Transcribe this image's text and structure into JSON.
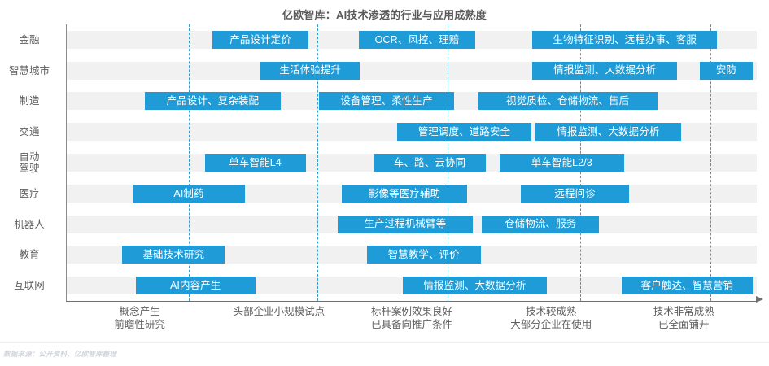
{
  "chart_data": {
    "type": "bar",
    "title": "亿欧智库：AI技术渗透的行业与应用成熟度",
    "xlabel": "",
    "ylabel": "",
    "grid": true,
    "legend": null,
    "source_note": "数据来源：公开资料、亿欧智库整理",
    "accent_color": "#1f9cd7",
    "band_color": "#f1f1f1",
    "gridline_color": "#2f9fd8",
    "xlim": [
      0,
      5.2
    ],
    "x_stages": [
      {
        "value": 0.55,
        "lines": [
          "概念产生",
          "前瞻性研究"
        ]
      },
      {
        "value": 1.6,
        "lines": [
          "头部企业小规模试点"
        ]
      },
      {
        "value": 2.6,
        "lines": [
          "标杆案例效果良好",
          "已具备向推广条件"
        ]
      },
      {
        "value": 3.65,
        "lines": [
          "技术较成熟",
          "大部分企业在使用"
        ]
      },
      {
        "value": 4.65,
        "lines": [
          "技术非常成熟",
          "已全面铺开"
        ]
      }
    ],
    "gridline_values": [
      0.92,
      1.89,
      2.87,
      3.87,
      4.85
    ],
    "categories": [
      {
        "label": [
          "金融"
        ]
      },
      {
        "label": [
          "智慧城市"
        ]
      },
      {
        "label": [
          "制造"
        ]
      },
      {
        "label": [
          "交通"
        ]
      },
      {
        "label": [
          "自动",
          "驾驶"
        ]
      },
      {
        "label": [
          "医疗"
        ]
      },
      {
        "label": [
          "机器人"
        ]
      },
      {
        "label": [
          "教育"
        ]
      },
      {
        "label": [
          "互联网"
        ]
      }
    ],
    "series": [
      {
        "category": "金融",
        "items": [
          {
            "label": "产品设计定价",
            "start": 1.1,
            "end": 1.82
          },
          {
            "label": "OCR、风控、理赔",
            "start": 2.2,
            "end": 3.08
          },
          {
            "label": "生物特征识别、远程办事、客服",
            "start": 3.51,
            "end": 4.9
          }
        ]
      },
      {
        "category": "智慧城市",
        "items": [
          {
            "label": "生活体验提升",
            "start": 1.46,
            "end": 2.21
          },
          {
            "label": "情报监测、大数据分析",
            "start": 3.51,
            "end": 4.6
          },
          {
            "label": "安防",
            "start": 4.77,
            "end": 5.17
          }
        ]
      },
      {
        "category": "制造",
        "items": [
          {
            "label": "产品设计、复杂装配",
            "start": 0.59,
            "end": 1.61
          },
          {
            "label": "设备管理、柔性生产",
            "start": 1.9,
            "end": 2.92
          },
          {
            "label": "视觉质检、仓储物流、售后",
            "start": 3.1,
            "end": 4.45
          }
        ]
      },
      {
        "category": "交通",
        "items": [
          {
            "label": "管理调度、道路安全",
            "start": 2.49,
            "end": 3.5
          },
          {
            "label": "情报监测、大数据分析",
            "start": 3.53,
            "end": 4.63
          }
        ]
      },
      {
        "category": "自动驾驶",
        "items": [
          {
            "label": "单车智能L4",
            "start": 1.04,
            "end": 1.8
          },
          {
            "label": "车、路、云协同",
            "start": 2.31,
            "end": 3.16
          },
          {
            "label": "单车智能L2/3",
            "start": 3.26,
            "end": 4.2
          }
        ]
      },
      {
        "category": "医疗",
        "items": [
          {
            "label": "AI制药",
            "start": 0.5,
            "end": 1.34
          },
          {
            "label": "影像等医疗辅助",
            "start": 2.07,
            "end": 3.02
          },
          {
            "label": "远程问诊",
            "start": 3.42,
            "end": 4.24
          }
        ]
      },
      {
        "category": "机器人",
        "items": [
          {
            "label": "生产过程机械臂等",
            "start": 2.04,
            "end": 3.06
          },
          {
            "label": "仓储物流、服务",
            "start": 3.13,
            "end": 4.01
          }
        ]
      },
      {
        "category": "教育",
        "items": [
          {
            "label": "基础技术研究",
            "start": 0.42,
            "end": 1.19
          },
          {
            "label": "智慧教学、评价",
            "start": 2.26,
            "end": 3.12
          }
        ]
      },
      {
        "category": "互联网",
        "items": [
          {
            "label": "AI内容产生",
            "start": 0.52,
            "end": 1.42
          },
          {
            "label": "情报监测、大数据分析",
            "start": 2.53,
            "end": 3.62
          },
          {
            "label": "客户触达、智慧营销",
            "start": 4.18,
            "end": 5.17
          }
        ]
      }
    ]
  }
}
